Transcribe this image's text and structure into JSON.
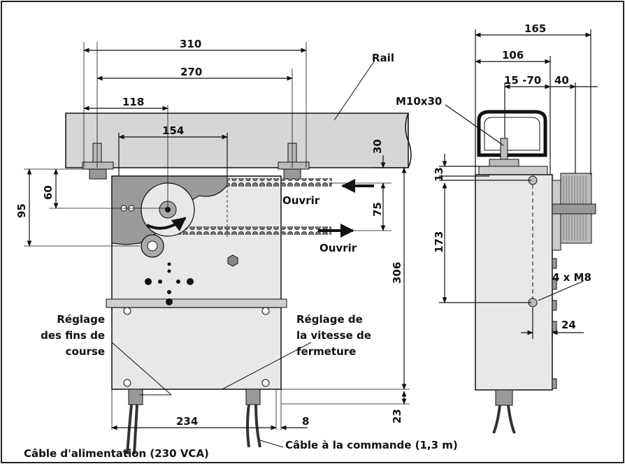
{
  "dimensions": {
    "d310": "310",
    "d270": "270",
    "d118": "118",
    "d154": "154",
    "d30": "30",
    "d60": "60",
    "d95": "95",
    "d75": "75",
    "d306": "306",
    "d234": "234",
    "d8": "8",
    "d23": "23",
    "d165": "165",
    "d106": "106",
    "d15_70": "15 -70",
    "d40": "40",
    "d13": "13",
    "d173": "173",
    "d24": "24"
  },
  "labels": {
    "rail": "Rail",
    "bolt": "M10x30",
    "ouvrir_top": "Ouvrir",
    "ouvrir_bottom": "Ouvrir",
    "screws": "4 x M8",
    "limit_line1": "Réglage",
    "limit_line2": "des fins de",
    "limit_line3": "course",
    "speed_line1": "Réglage de",
    "speed_line2": "la vitesse de",
    "speed_line3": "fermeture",
    "power_cable": "Câble d'alimentation (230 VCA)",
    "control_cable": "Câble à la commande (1,3 m)"
  },
  "colors": {
    "background": "#ffffff",
    "rail": "#d6d6d6",
    "body": "#e8e8e8",
    "bracket": "#9a9a9a",
    "line": "#111111",
    "frame": "#222222"
  }
}
